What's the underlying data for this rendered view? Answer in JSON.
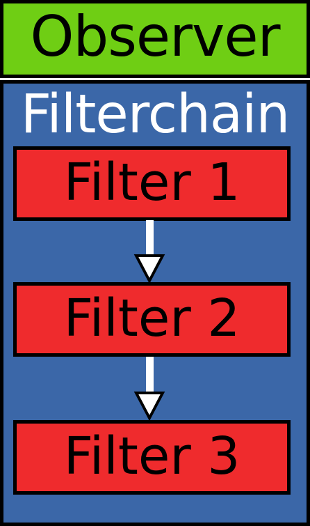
{
  "colors": {
    "observer_fill": "#6fce14",
    "filterchain_fill": "#3b67a8",
    "filter_fill": "#ef2b2d",
    "title_text": "#ffffff",
    "outline": "#000000",
    "arrow": "#ffffff"
  },
  "diagram": {
    "observer": {
      "label": "Observer"
    },
    "filterchain": {
      "label": "Filterchain",
      "filters": [
        {
          "label": "Filter 1"
        },
        {
          "label": "Filter 2"
        },
        {
          "label": "Filter 3"
        }
      ]
    },
    "edges": [
      {
        "from": "Filter 1",
        "to": "Filter 2",
        "arrow": "triangle-down"
      },
      {
        "from": "Filter 2",
        "to": "Filter 3",
        "arrow": "triangle-down"
      }
    ]
  }
}
